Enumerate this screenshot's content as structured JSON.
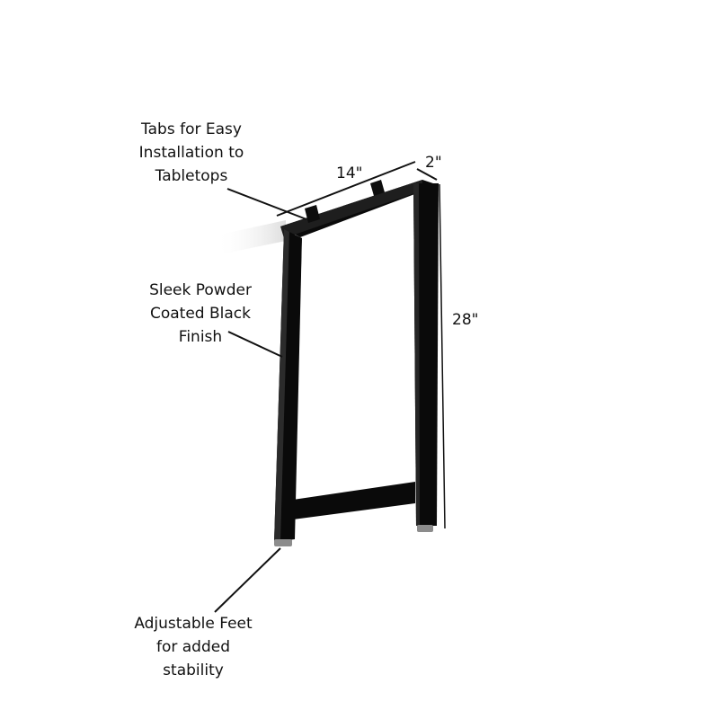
{
  "callouts": {
    "tabs": {
      "lines": [
        "Tabs for Easy",
        "Installation to",
        "Tabletops"
      ]
    },
    "finish": {
      "lines": [
        "Sleek Powder",
        "Coated Black",
        "Finish"
      ]
    },
    "feet": {
      "lines": [
        "Adjustable Feet",
        "for added",
        "stability"
      ]
    }
  },
  "dimensions": {
    "width": "14\"",
    "depth": "2\"",
    "height": "28\""
  },
  "colors": {
    "frame": "#0a0a0a",
    "frame_highlight": "#2b2b2b",
    "leader_line": "#111111",
    "background": "#ffffff",
    "foot": "#8c8c8c"
  }
}
